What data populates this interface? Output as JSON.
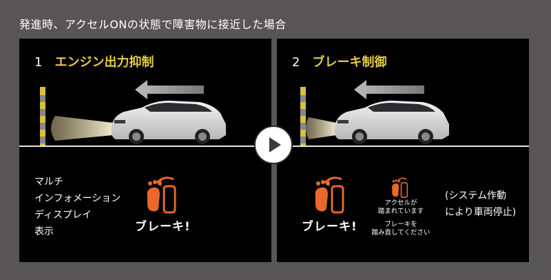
{
  "page_title": "発進時、アクセルONの状態で障害物に接近した場合",
  "panel1": {
    "number": "1",
    "heading": "エンジン出力抑制",
    "display_label": [
      "マルチ",
      "インフォメーション",
      "ディスプレイ",
      "表示"
    ],
    "warning_text": "ブレーキ!"
  },
  "panel2": {
    "number": "2",
    "heading": "ブレーキ制御",
    "warning_text": "ブレーキ!",
    "msg1": [
      "アクセルが",
      "踏まれています"
    ],
    "msg2": [
      "ブレーキを",
      "踏み直してください"
    ],
    "note": [
      "(システム作動",
      "により車両停止)"
    ]
  },
  "icons": {
    "panel1_scene": [
      "warning-pole",
      "left-arrow-icon",
      "headlight-beam",
      "car"
    ],
    "panel2_scene": [
      "warning-pole",
      "left-arrow-icon",
      "headlight-beam",
      "car"
    ],
    "pedal": "brake-pedal-icon",
    "next": "play-icon"
  },
  "colors": {
    "background": "#575556",
    "panel": "#000000",
    "heading": "#e3cc45",
    "pedal": "#e8692a",
    "pole_yellow": "#d9c23a"
  }
}
